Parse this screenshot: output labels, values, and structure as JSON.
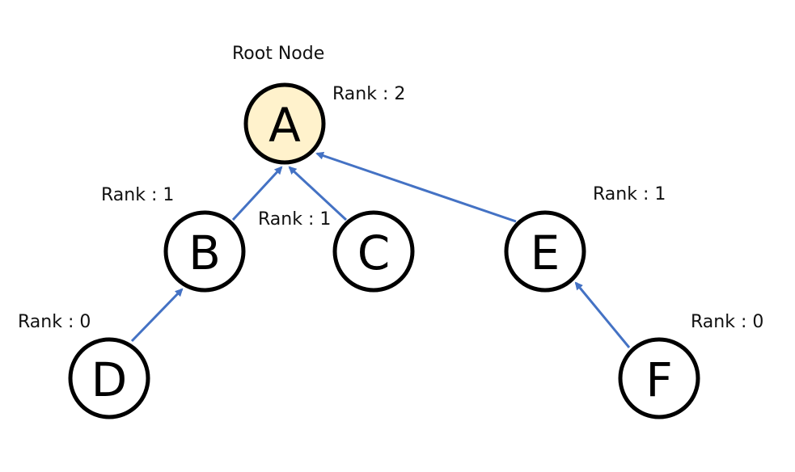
{
  "root_caption": "Root Node",
  "colors": {
    "edge": "#4472C4",
    "root_fill": "#FFF2CC",
    "node_fill": "#FFFFFF",
    "node_stroke": "#000000"
  },
  "nodes": {
    "A": {
      "letter": "A",
      "rank_label": "Rank : 2",
      "is_root": true
    },
    "B": {
      "letter": "B",
      "rank_label": "Rank : 1",
      "is_root": false
    },
    "C": {
      "letter": "C",
      "rank_label": "Rank : 1",
      "is_root": false
    },
    "D": {
      "letter": "D",
      "rank_label": "Rank : 0",
      "is_root": false
    },
    "E": {
      "letter": "E",
      "rank_label": "Rank : 1",
      "is_root": false
    },
    "F": {
      "letter": "F",
      "rank_label": "Rank : 0",
      "is_root": false
    }
  },
  "edges": [
    {
      "from": "B",
      "to": "A"
    },
    {
      "from": "C",
      "to": "A"
    },
    {
      "from": "E",
      "to": "A"
    },
    {
      "from": "D",
      "to": "B"
    },
    {
      "from": "F",
      "to": "E"
    }
  ]
}
